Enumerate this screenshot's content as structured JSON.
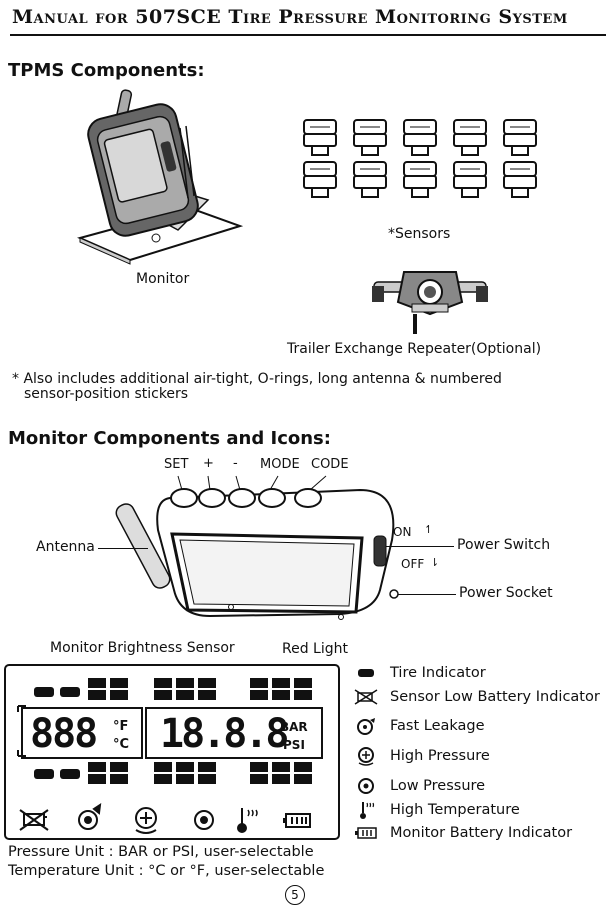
{
  "header": {
    "title": "Manual for 507SCE Tire Pressure Monitoring System"
  },
  "sections": {
    "tpms_components": "TPMS Components:",
    "monitor_components": "Monitor Components and Icons:"
  },
  "components": {
    "monitor": "Monitor",
    "sensors": "*Sensors",
    "repeater": "Trailer Exchange Repeater(Optional)",
    "note_line1": "* Also includes additional air-tight, O-rings, long antenna & numbered",
    "note_line2": "sensor-position stickers"
  },
  "monitor_labels": {
    "set": "SET",
    "plus": "+",
    "minus": "-",
    "mode": "MODE",
    "code": "CODE",
    "antenna": "Antenna",
    "on": "ON",
    "off": "OFF",
    "power_switch": "Power Switch",
    "power_socket": "Power Socket",
    "brightness_sensor": "Monitor Brightness Sensor",
    "red_light": "Red Light"
  },
  "display": {
    "left_digits": "888",
    "unit_f": "°F",
    "unit_c": "°C",
    "main_digits": "18.8.8",
    "unit_bar": "BAR",
    "unit_psi": "PSI"
  },
  "legend": [
    {
      "icon": "tire-indicator-icon",
      "label": "Tire Indicator"
    },
    {
      "icon": "sensor-low-battery-icon",
      "label": "Sensor Low Battery Indicator"
    },
    {
      "icon": "fast-leakage-icon",
      "label": "Fast Leakage"
    },
    {
      "icon": "high-pressure-icon",
      "label": "High Pressure"
    },
    {
      "icon": "low-pressure-icon",
      "label": "Low Pressure"
    },
    {
      "icon": "high-temperature-icon",
      "label": "High Temperature"
    },
    {
      "icon": "monitor-battery-icon",
      "label": "Monitor Battery Indicator"
    }
  ],
  "units": {
    "pressure": "Pressure Unit : BAR or PSI, user-selectable",
    "temperature": "Temperature Unit : °C or °F, user-selectable"
  },
  "page_number": "5"
}
